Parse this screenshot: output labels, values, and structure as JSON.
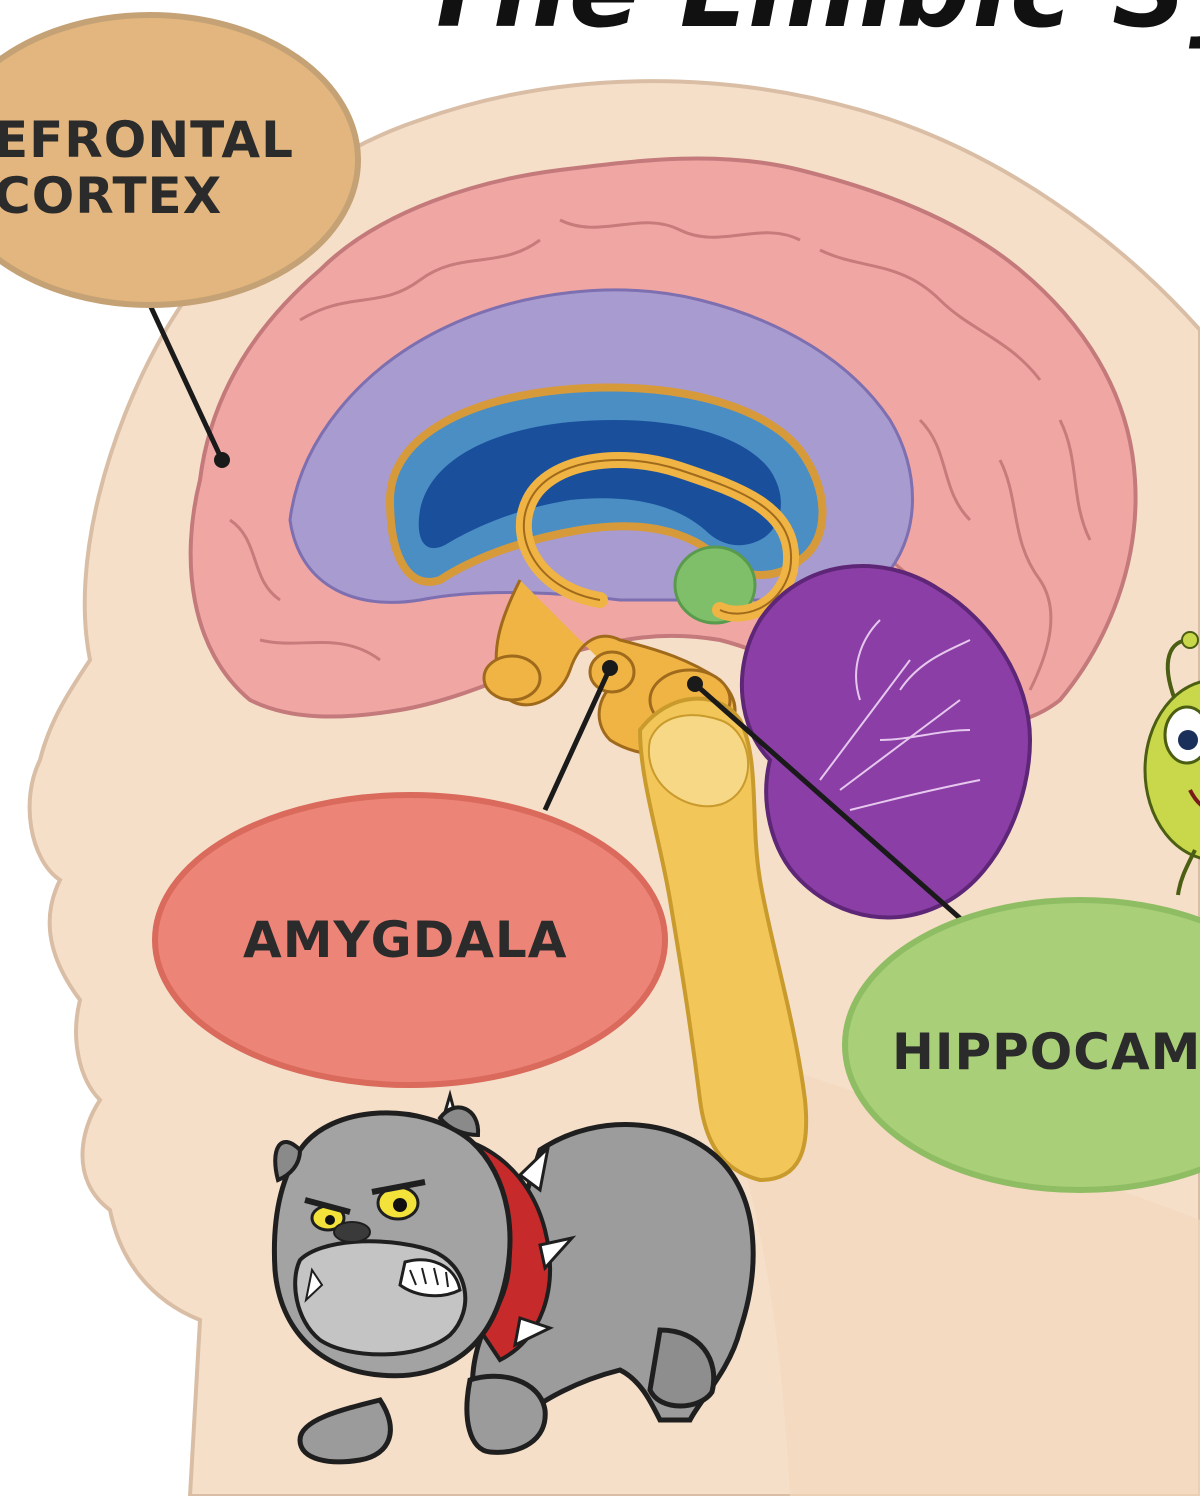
{
  "title": "The Limbic Sy",
  "labels": {
    "prefrontal_line1": "EFRONTAL",
    "prefrontal_line2": "CORTEX",
    "amygdala": "AMYGDALA",
    "hippocampus": "HIPPOCAM"
  },
  "colors": {
    "skin": "#f6dfc9",
    "brain_pink": "#f0a7a4",
    "ventricle_purple": "#a89bd0",
    "corpus_callosum_blue": "#4a8ec4",
    "limbic_gold": "#efb443",
    "cerebellum_purple": "#8b3fa6",
    "brainstem_yellow": "#f3c65a",
    "prefrontal_bubble": "#e2b67e",
    "amygdala_bubble": "#ec8478",
    "hippocampus_bubble": "#a9cf78"
  },
  "icons": {
    "mascot": "bulldog-mascot-icon",
    "character": "green-alien-icon"
  }
}
